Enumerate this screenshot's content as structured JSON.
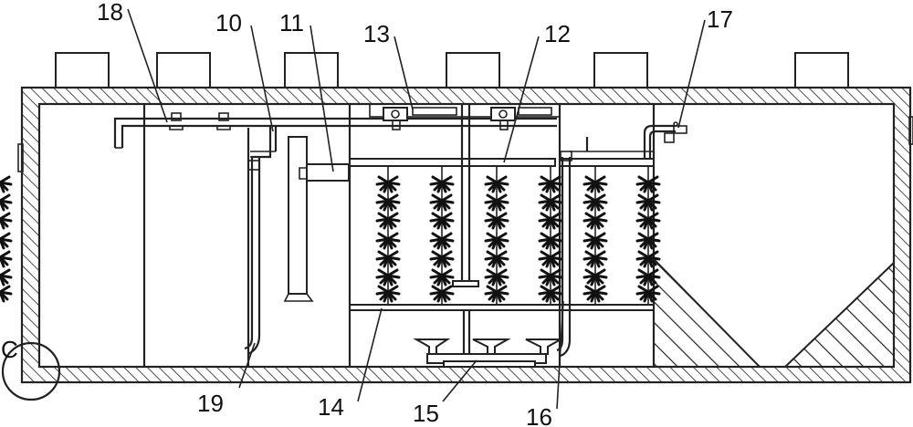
{
  "diagram": {
    "labels": {
      "l18": "18",
      "l10": "10",
      "l11": "11",
      "l13": "13",
      "l12": "12",
      "l17": "17",
      "lC": "C",
      "l19": "19",
      "l14": "14",
      "l15": "15",
      "l16": "16"
    }
  }
}
